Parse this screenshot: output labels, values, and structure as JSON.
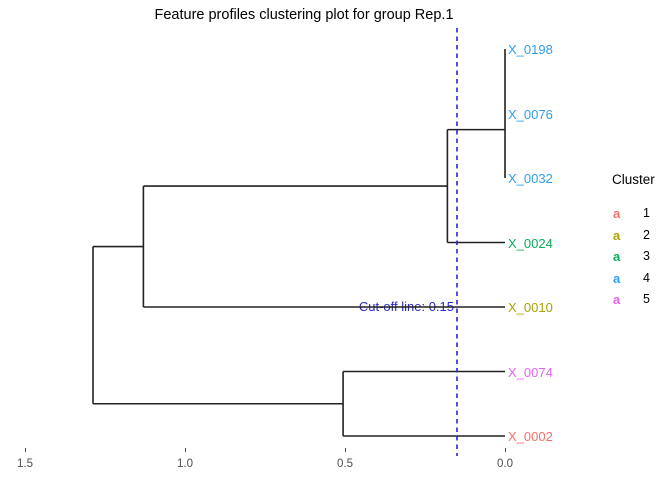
{
  "title": "Feature profiles clustering plot for group Rep.1",
  "cutoff_label": "Cut-off line: 0.15",
  "legend": {
    "title": "Cluster",
    "key_glyph": "a",
    "items": [
      {
        "label": "1",
        "color": "#F4716B"
      },
      {
        "label": "2",
        "color": "#A9A400"
      },
      {
        "label": "3",
        "color": "#0FAA5A"
      },
      {
        "label": "4",
        "color": "#2E9FF2"
      },
      {
        "label": "5",
        "color": "#E263F2"
      }
    ]
  },
  "colors": {
    "line": "#222222",
    "cutoff": "#2727CF",
    "axis_text": "#4D4D4D",
    "tick": "#4D4D4D",
    "background": "#FFFFFF"
  },
  "chart_data": {
    "type": "dendrogram",
    "orientation": "horizontal-right-leaves",
    "title": "Feature profiles clustering plot for group Rep.1",
    "x_axis": {
      "ticks": [
        "1.5",
        "1.0",
        "0.5",
        "0.0"
      ],
      "tick_values": [
        1.5,
        1.0,
        0.5,
        0.0
      ],
      "range": [
        1.5,
        0.0
      ]
    },
    "cutoff_value": 0.15,
    "leaves": [
      {
        "label": "X_0198",
        "row": 0,
        "cluster": 4,
        "color": "#2E9FF2"
      },
      {
        "label": "X_0076",
        "row": 1,
        "cluster": 4,
        "color": "#2E9FF2"
      },
      {
        "label": "X_0032",
        "row": 2,
        "cluster": 4,
        "color": "#2E9FF2"
      },
      {
        "label": "X_0024",
        "row": 3,
        "cluster": 3,
        "color": "#0FAA5A"
      },
      {
        "label": "X_0010",
        "row": 4,
        "cluster": 2,
        "color": "#A9A400"
      },
      {
        "label": "X_0074",
        "row": 5,
        "cluster": 5,
        "color": "#E263F2"
      },
      {
        "label": "X_0002",
        "row": 6,
        "cluster": 1,
        "color": "#F4716B"
      }
    ],
    "merges": [
      {
        "members": [
          "X_0198",
          "X_0076"
        ],
        "height": 0.0
      },
      {
        "members": [
          "(X_0198,X_0076)",
          "X_0032"
        ],
        "height": 0.0
      },
      {
        "members": [
          "(X_0198,X_0076,X_0032)",
          "X_0024"
        ],
        "height": 0.18
      },
      {
        "members": [
          "X_0074",
          "X_0002"
        ],
        "height": 0.51
      },
      {
        "members": [
          "(X_0198,X_0076,X_0032,X_0024)",
          "X_0010"
        ],
        "height": 1.13
      },
      {
        "members": [
          "(top cluster)",
          "(X_0074,X_0002)"
        ],
        "height": 1.29
      }
    ],
    "segments": [
      [
        0.0,
        0,
        0.0,
        2
      ],
      [
        0.18,
        1.25,
        0.0,
        1.25
      ],
      [
        0.18,
        1.25,
        0.18,
        3
      ],
      [
        0.18,
        3,
        0.0,
        3
      ],
      [
        1.13,
        2.125,
        0.18,
        2.125
      ],
      [
        1.13,
        2.125,
        1.13,
        4
      ],
      [
        1.13,
        4,
        0.0,
        4
      ],
      [
        1.2875,
        3.0625,
        1.13,
        3.0625
      ],
      [
        1.2875,
        3.0625,
        1.2875,
        5.5
      ],
      [
        1.2875,
        5.5,
        0.506,
        5.5
      ],
      [
        0.506,
        5,
        0.506,
        6
      ],
      [
        0.506,
        5,
        0.0,
        5
      ],
      [
        0.506,
        6,
        0.0,
        6
      ]
    ]
  }
}
